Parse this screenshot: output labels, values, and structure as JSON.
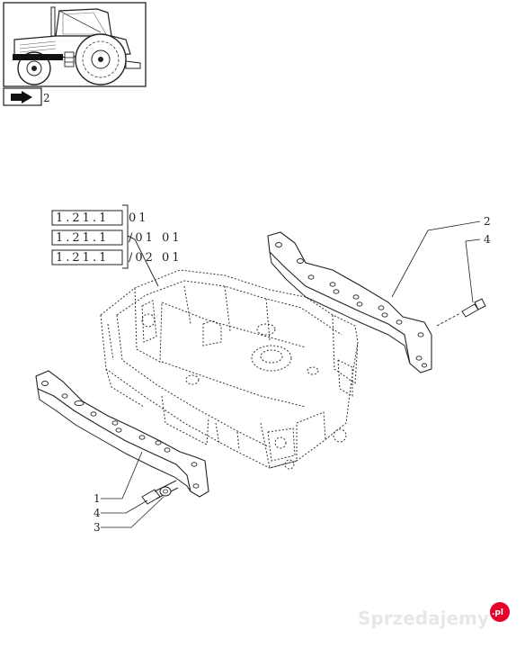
{
  "references": [
    {
      "code": "1.21.1",
      "suffix": "01"
    },
    {
      "code": "1.21.1",
      "suffix": "/01  01"
    },
    {
      "code": "1.21.1",
      "suffix": "/02  01"
    }
  ],
  "callouts": [
    {
      "label": "1"
    },
    {
      "label": "2"
    },
    {
      "label": "3"
    },
    {
      "label": "4"
    },
    {
      "label": "4"
    }
  ],
  "thumbnail_index": "2",
  "watermark": {
    "text": "Sprzedajemy",
    "badge": ".pl",
    "badge_color": "#e4002b"
  }
}
